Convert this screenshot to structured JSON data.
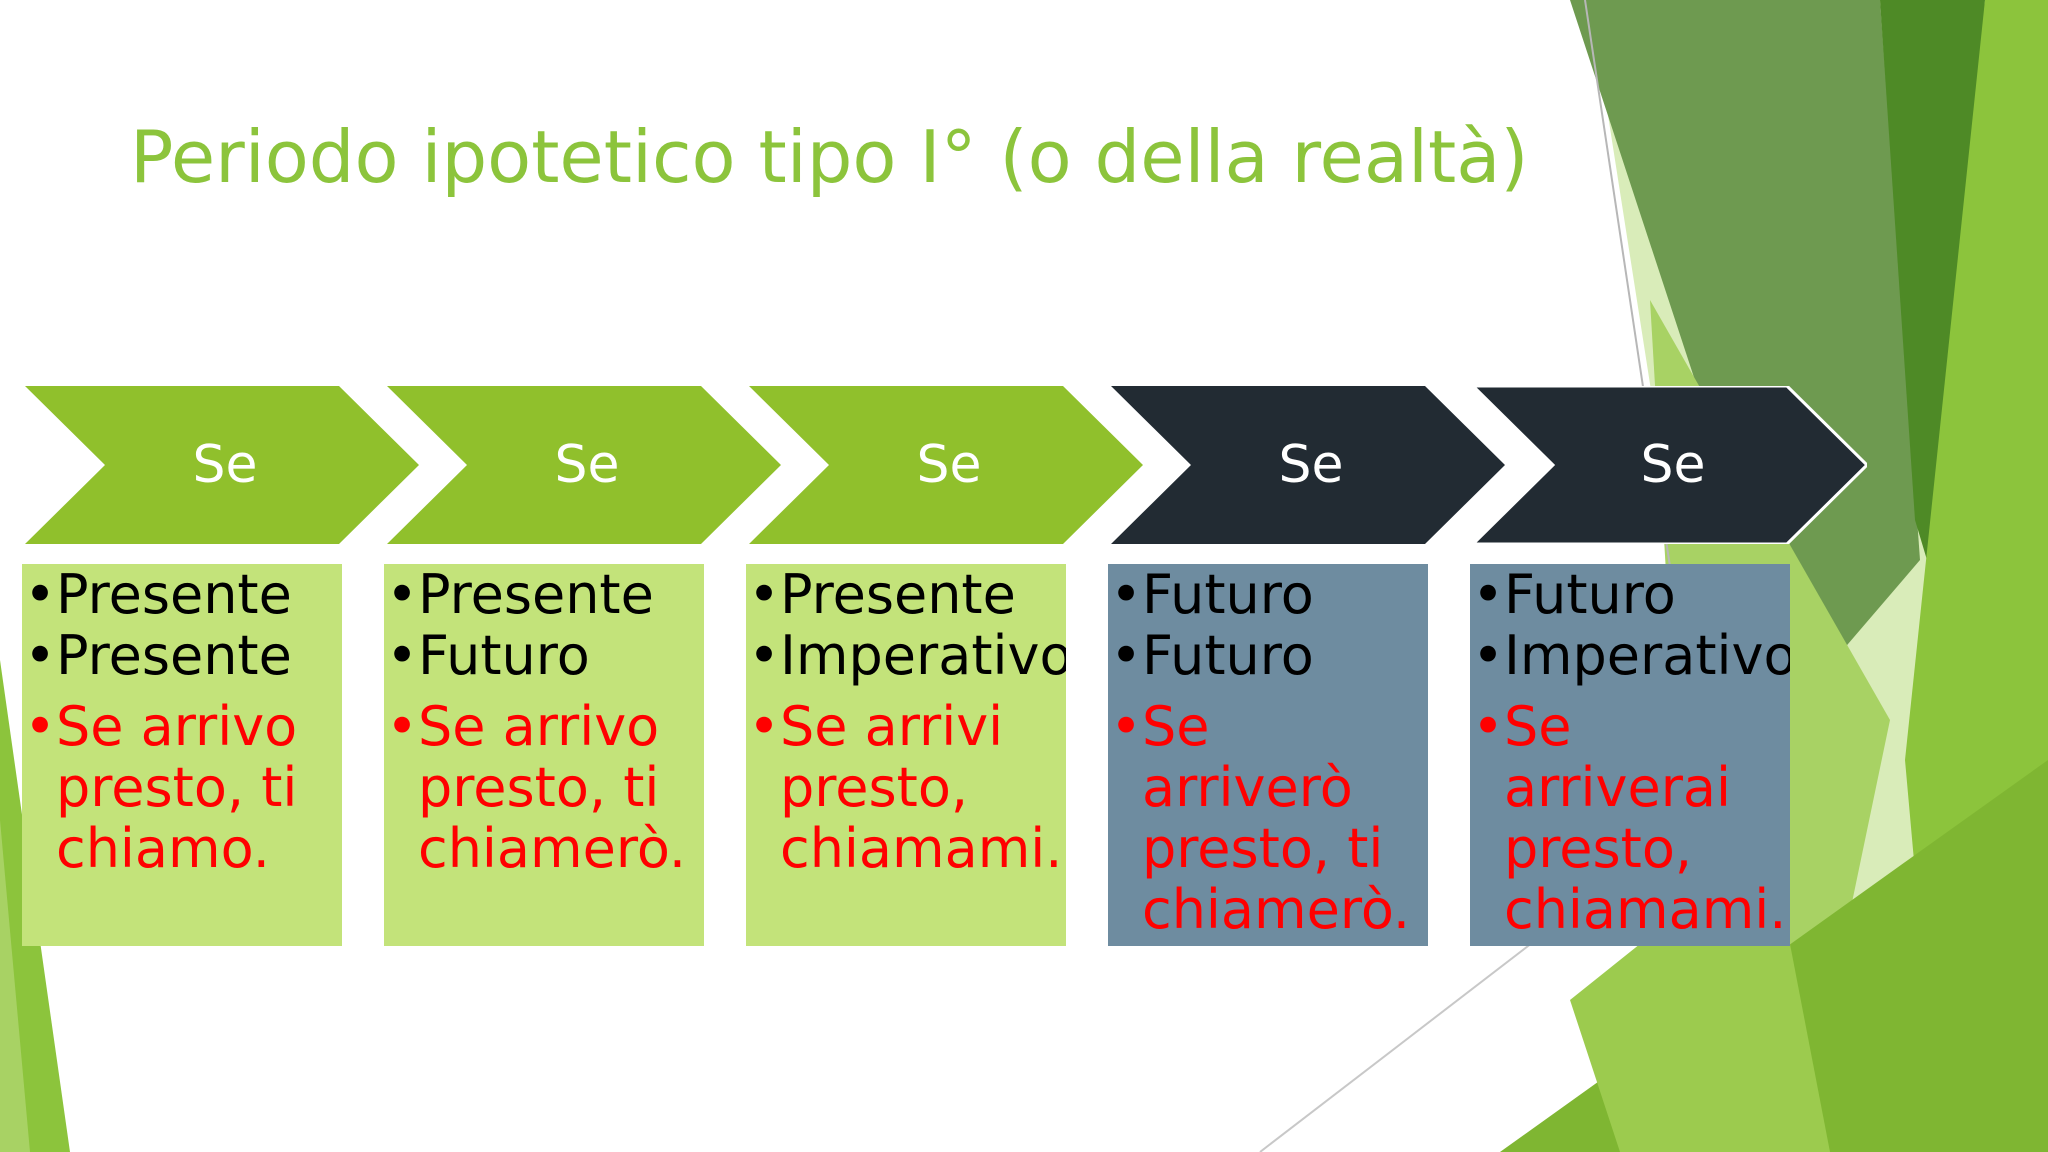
{
  "slide": {
    "title": "Periodo ipotetico tipo I° (o della realtà)",
    "title_color": "#8cc43c",
    "accent_green": "#90c02c",
    "accent_dark": "#222b33",
    "card_green": "#c3e37a",
    "card_blue": "#6e8ca0",
    "example_color": "#ff0000"
  },
  "steps": [
    {
      "header": "Se",
      "lines": [
        "Presente",
        "Presente"
      ],
      "example": "Se arrivo presto, ti chiamo.",
      "bullet": "•",
      "variant": "green"
    },
    {
      "header": "Se",
      "lines": [
        "Presente",
        "Futuro"
      ],
      "example": "Se arrivo presto, ti chiamerò.",
      "bullet": "•",
      "variant": "green"
    },
    {
      "header": "Se",
      "lines": [
        "Presente",
        "Imperativo"
      ],
      "example": "Se arrivi presto, chiamami.",
      "bullet": "•",
      "variant": "green"
    },
    {
      "header": "Se",
      "lines": [
        "Futuro",
        "Futuro"
      ],
      "example": "Se arriverò presto, ti chiamerò.",
      "bullet": "•",
      "variant": "dark"
    },
    {
      "header": "Se",
      "lines": [
        "Futuro",
        "Imperativo"
      ],
      "example": "Se arriverai presto, chiamami.",
      "bullet": "•",
      "variant": "dark"
    }
  ]
}
